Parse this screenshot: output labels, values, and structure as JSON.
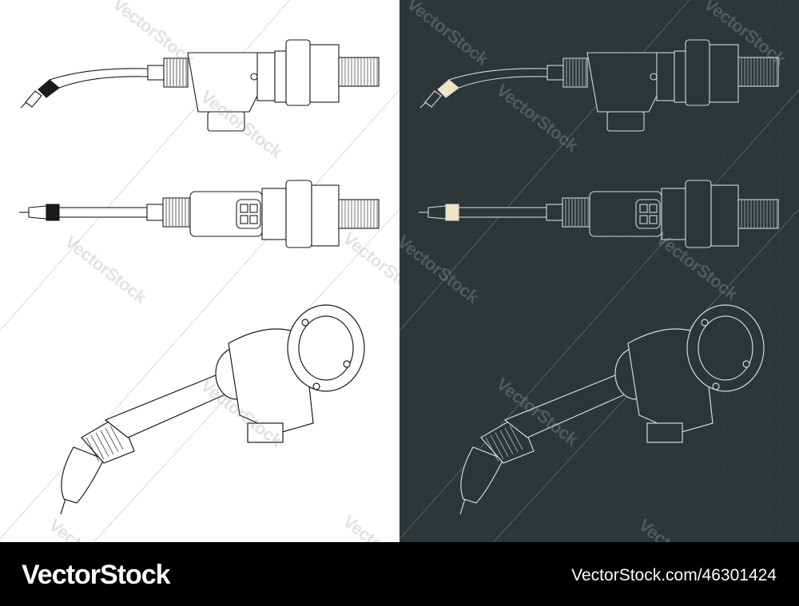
{
  "watermark": {
    "text": "VectorStock"
  },
  "colors": {
    "light_bg": "#ffffff",
    "light_line": "#1a1a1a",
    "dark_bg": "#2c3538",
    "dark_line": "#d8d8d8",
    "accent_cream": "#f0e3c2"
  },
  "footer": {
    "logo": "VectorStock",
    "image_id": "VectorStock.com/46301424"
  }
}
